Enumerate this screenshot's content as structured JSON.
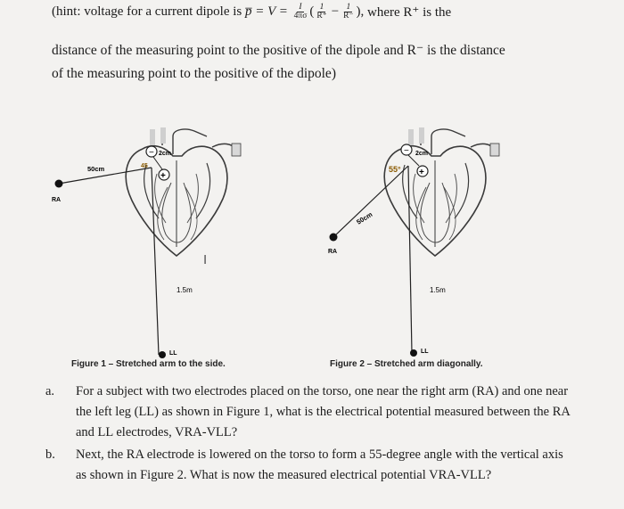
{
  "hint": {
    "prefix": "(hint: voltage for a current dipole is",
    "formula_lhs": "p̅ = V =",
    "frac_num": "I",
    "frac_den": "4πσ",
    "paren_open": "(",
    "inv_rplus_num": "1",
    "inv_rplus_den": "R⁺",
    "minus": "−",
    "inv_rminus_num": "1",
    "inv_rminus_den": "R⁻",
    "paren_close": "),",
    "suffix": "where R⁺ is the",
    "line2": "distance of the measuring point to the positive of the dipole and R⁻ is the distance",
    "line3": "of the measuring point to the positive of the dipole)"
  },
  "figure1": {
    "ra_label": "RA",
    "arm_length": "50cm",
    "angle": "45",
    "dipole_length": "2cm",
    "plus_sign": "+",
    "minus_sign": "−",
    "leg_length": "1.5m",
    "ll_label": "LL",
    "cursor": "I",
    "caption": "Figure 1 – Stretched arm to the side."
  },
  "figure2": {
    "ra_label": "RA",
    "arm_length": "50cm",
    "angle": "55°",
    "dipole_length": "2cm",
    "plus_sign": "+",
    "minus_sign": "−",
    "leg_length": "1.5m",
    "ll_label": "LL",
    "caption": "Figure 2 – Stretched arm diagonally."
  },
  "questions": [
    {
      "marker": "a.",
      "text": "For a subject with two electrodes placed on the torso, one near the right arm (RA) and one near the left leg (LL) as shown in Figure 1, what is the electrical potential measured between the RA and LL electrodes, VRA-VLL?"
    },
    {
      "marker": "b.",
      "text": "Next, the RA electrode is lowered on the torso to form a 55-degree angle with the vertical axis as shown in Figure 2. What is now the measured electrical potential VRA-VLL?"
    }
  ]
}
